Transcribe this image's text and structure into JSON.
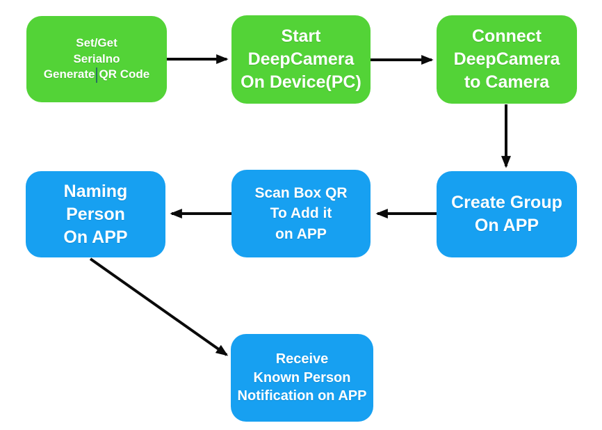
{
  "colors": {
    "node_green": "#53d337",
    "node_blue": "#17a0f1",
    "arrow": "#0a0a0a",
    "text": "#ffffff",
    "cursor": "#2a6f63",
    "background": "#ffffff"
  },
  "nodes": [
    {
      "id": "set-get-serialno",
      "color": "green",
      "lines": [
        "Set/Get",
        "Serialno"
      ],
      "cursor_line": {
        "before": "Generate",
        "after": "QR Code"
      }
    },
    {
      "id": "start-deepcamera",
      "color": "green",
      "lines": [
        "Start",
        "DeepCamera",
        "On Device(PC)"
      ]
    },
    {
      "id": "connect-deepcamera",
      "color": "green",
      "lines": [
        "Connect",
        "DeepCamera",
        "to Camera"
      ]
    },
    {
      "id": "create-group",
      "color": "blue",
      "lines": [
        "Create Group",
        "On APP"
      ]
    },
    {
      "id": "scan-box-qr",
      "color": "blue",
      "lines": [
        "Scan Box QR",
        "To Add it",
        "on APP"
      ]
    },
    {
      "id": "naming-person",
      "color": "blue",
      "lines": [
        "Naming",
        "Person",
        "On APP"
      ]
    },
    {
      "id": "receive-notification",
      "color": "blue",
      "lines": [
        "Receive",
        "Known Person",
        "Notification on APP"
      ]
    }
  ],
  "edges": [
    {
      "from": "set-get-serialno",
      "to": "start-deepcamera",
      "direction": "right"
    },
    {
      "from": "start-deepcamera",
      "to": "connect-deepcamera",
      "direction": "right"
    },
    {
      "from": "connect-deepcamera",
      "to": "create-group",
      "direction": "down"
    },
    {
      "from": "create-group",
      "to": "scan-box-qr",
      "direction": "left"
    },
    {
      "from": "scan-box-qr",
      "to": "naming-person",
      "direction": "left"
    },
    {
      "from": "naming-person",
      "to": "receive-notification",
      "direction": "down-right"
    }
  ]
}
